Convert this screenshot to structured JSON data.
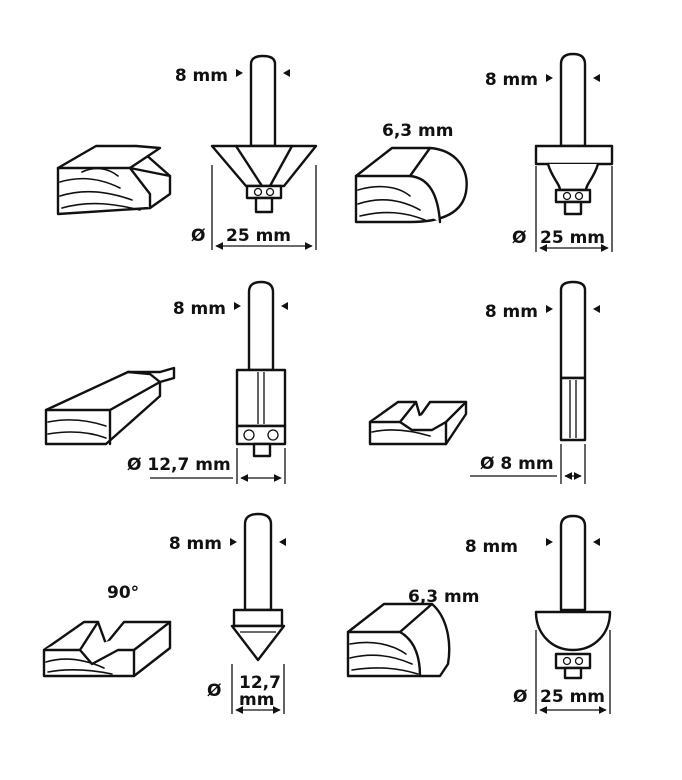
{
  "bits": [
    {
      "shank": "8 mm",
      "diameter": "Ø 25 mm"
    },
    {
      "shank": "8 mm",
      "depth": "6,3 mm",
      "diameter": "Ø 25 mm"
    },
    {
      "shank": "8 mm",
      "diameter": "Ø 12,7 mm"
    },
    {
      "shank": "8 mm",
      "diameter": "Ø 8 mm"
    },
    {
      "shank": "8 mm",
      "angle": "90°",
      "diameter_symbol": "Ø",
      "diameter_value": "12,7",
      "diameter_unit": "mm"
    },
    {
      "shank": "8 mm",
      "depth": "6,3 mm",
      "diameter": "Ø 25 mm"
    }
  ]
}
